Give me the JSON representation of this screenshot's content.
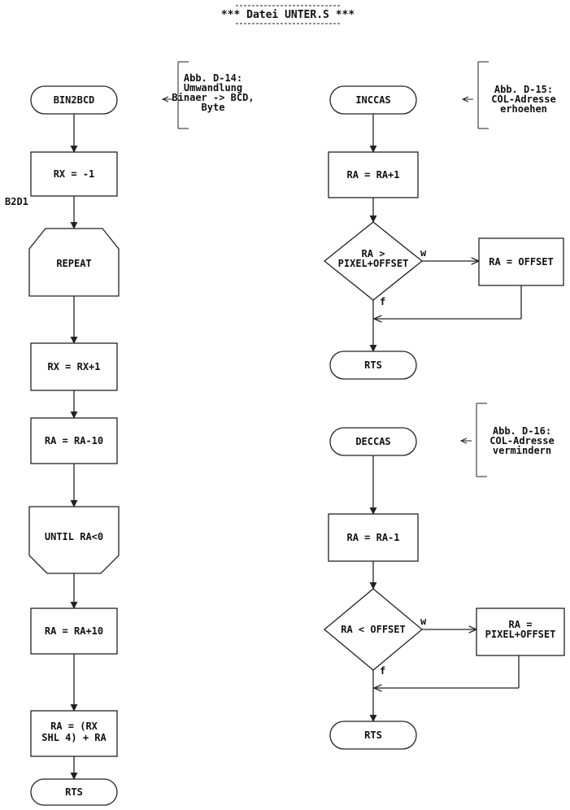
{
  "title": "*** Datei UNTER.S ***",
  "bin2bcd": {
    "start": "BIN2BCD",
    "caption": [
      "Abb. D-14:",
      "Umwandlung",
      "Binaer -> BCD,",
      "Byte"
    ],
    "init": "RX = -1",
    "label": "B2D1",
    "repeat": "REPEAT",
    "inc": "RX = RX+1",
    "sub": "RA = RA-10",
    "until": "UNTIL RA<0",
    "add": "RA = RA+10",
    "combine": [
      "RA = (RX",
      "SHL 4) + RA"
    ],
    "end": "RTS"
  },
  "inccas": {
    "start": "INCCAS",
    "caption": [
      "Abb. D-15:",
      "COL-Adresse",
      "erhoehen"
    ],
    "step": "RA = RA+1",
    "condition": [
      "RA >",
      "PIXEL+OFFSET"
    ],
    "yes": "w",
    "no": "f",
    "action": "RA = OFFSET",
    "end": "RTS"
  },
  "deccas": {
    "start": "DECCAS",
    "caption": [
      "Abb. D-16:",
      "COL-Adresse",
      "vermindern"
    ],
    "step": "RA = RA-1",
    "condition": "RA < OFFSET",
    "yes": "w",
    "no": "f",
    "action": [
      "RA =",
      "PIXEL+OFFSET"
    ],
    "end": "RTS"
  }
}
